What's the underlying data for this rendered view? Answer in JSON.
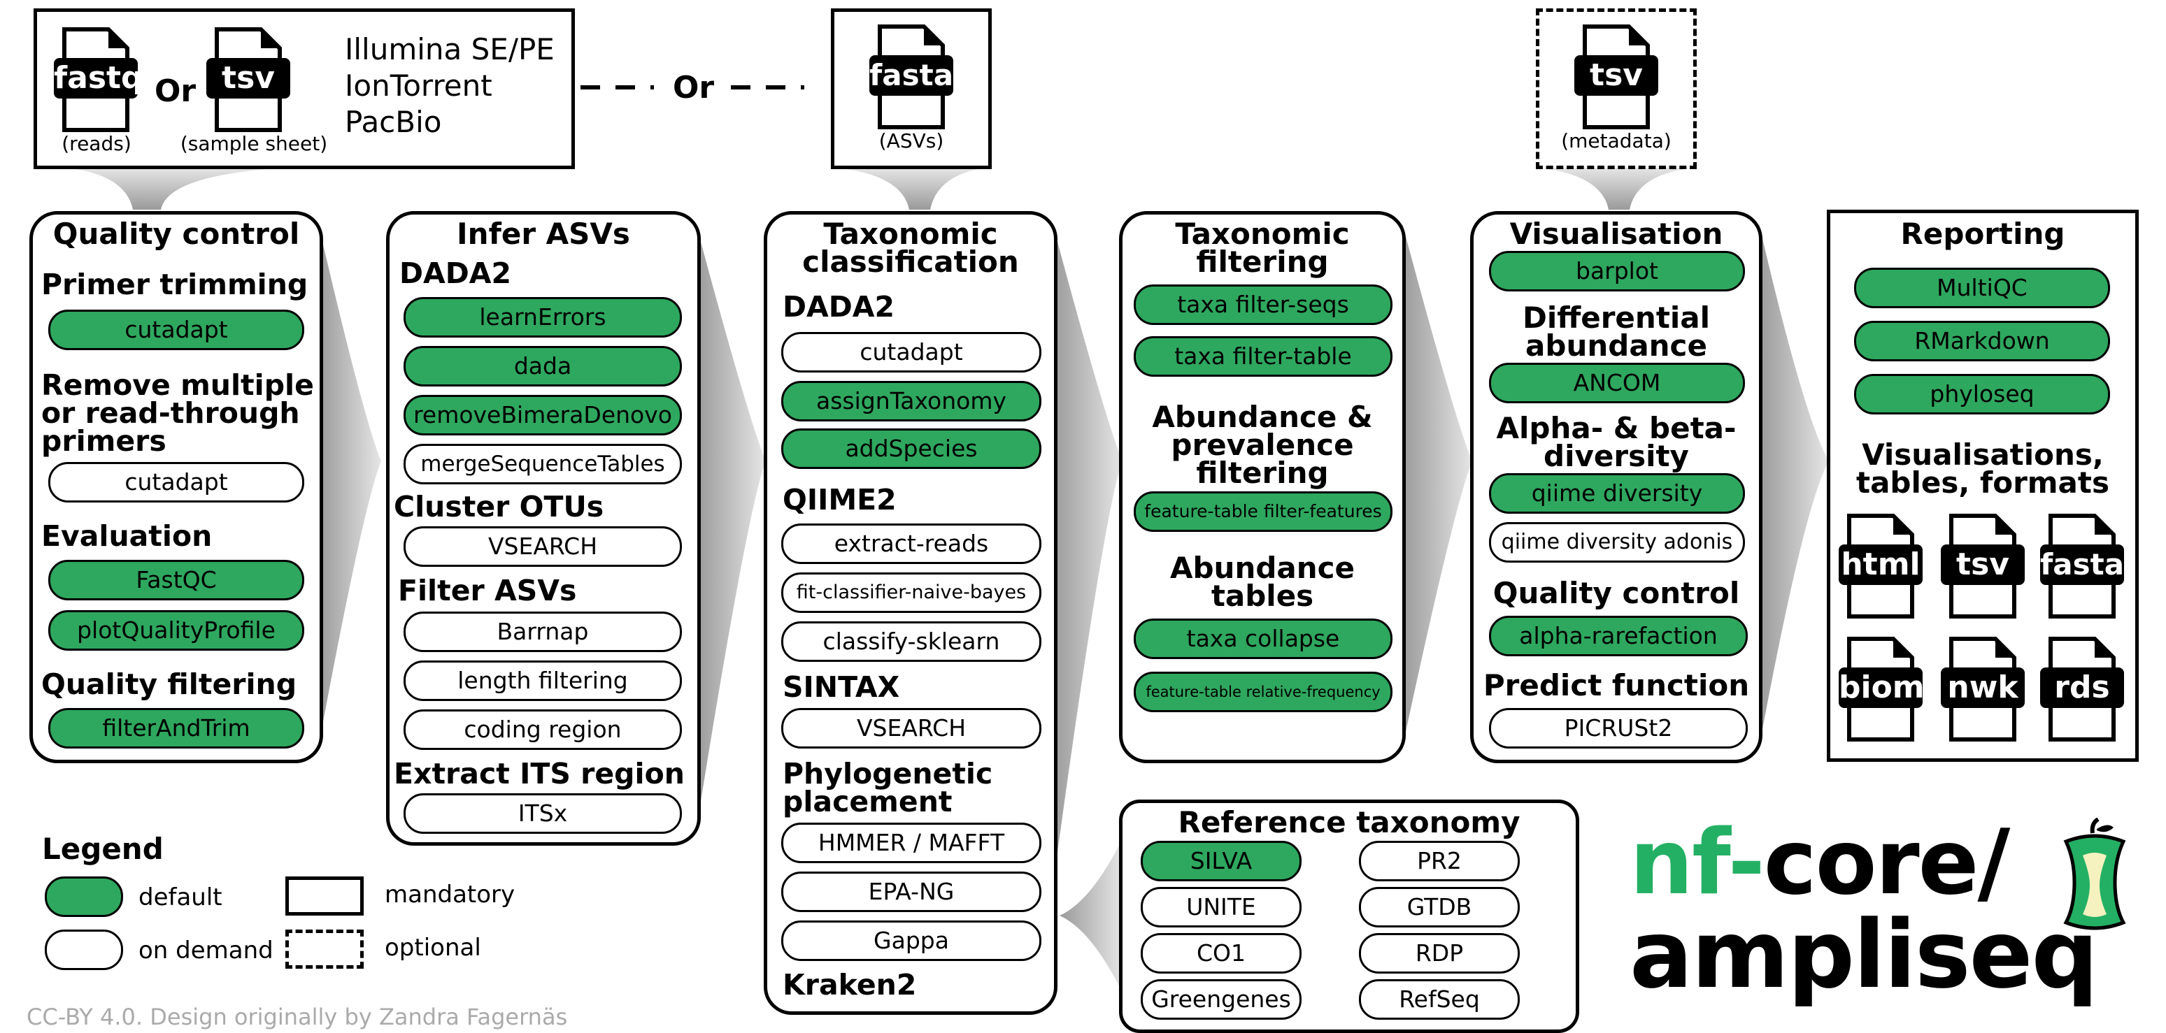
{
  "input": {
    "fastq": {
      "tag": "fastq",
      "caption": "(reads)"
    },
    "or1": "Or",
    "tsv": {
      "tag": "tsv",
      "caption": "(sample sheet)"
    },
    "platforms": [
      "Illumina SE/PE",
      "IonTorrent",
      "PacBio"
    ],
    "or2": "Or",
    "fasta": {
      "tag": "fasta",
      "caption": "(ASVs)"
    },
    "metadata": {
      "tag": "tsv",
      "caption": "(metadata)"
    }
  },
  "qc": {
    "title": "Quality control",
    "primer_trimming": {
      "label": "Primer trimming",
      "tools": [
        "cutadapt"
      ]
    },
    "remove_primers": {
      "label": "Remove multiple\nor read-through\nprimers",
      "tools": [
        "cutadapt"
      ]
    },
    "evaluation": {
      "label": "Evaluation",
      "tools": [
        "FastQC",
        "plotQualityProfile"
      ]
    },
    "quality_filtering": {
      "label": "Quality filtering",
      "tools": [
        "filterAndTrim"
      ]
    }
  },
  "asv": {
    "title": "Infer ASVs",
    "dada2": {
      "label": "DADA2",
      "tools": [
        "learnErrors",
        "dada",
        "removeBimeraDenovo",
        "mergeSequenceTables"
      ]
    },
    "cluster": {
      "label": "Cluster OTUs",
      "tools": [
        "VSEARCH"
      ]
    },
    "filter": {
      "label": "Filter ASVs",
      "tools": [
        "Barrnap",
        "length filtering",
        "coding region"
      ]
    },
    "its": {
      "label": "Extract ITS region",
      "tools": [
        "ITSx"
      ]
    }
  },
  "tax": {
    "title": "Taxonomic\nclassification",
    "dada2": {
      "label": "DADA2",
      "tools": [
        "cutadapt",
        "assignTaxonomy",
        "addSpecies"
      ]
    },
    "qiime2": {
      "label": "QIIME2",
      "tools": [
        "extract-reads",
        "fit-classifier-naive-bayes",
        "classify-sklearn"
      ]
    },
    "sintax": {
      "label": "SINTAX",
      "tools": [
        "VSEARCH"
      ]
    },
    "phylo": {
      "label": "Phylogenetic\nplacement",
      "tools": [
        "HMMER / MAFFT",
        "EPA-NG",
        "Gappa"
      ]
    },
    "kraken": {
      "label": "Kraken2"
    }
  },
  "taxfilter": {
    "title": "Taxonomic\nfiltering",
    "tools1": [
      "taxa filter-seqs",
      "taxa filter-table"
    ],
    "abund_prev": {
      "label": "Abundance &\nprevalence\nfiltering",
      "tools": [
        "feature-table filter-features"
      ]
    },
    "abund_tables": {
      "label": "Abundance\ntables",
      "tools": [
        "taxa collapse",
        "feature-table relative-frequency"
      ]
    }
  },
  "vis": {
    "title": "Visualisation",
    "tools0": [
      "barplot"
    ],
    "diff": {
      "label": "Differential\nabundance",
      "tools": [
        "ANCOM"
      ]
    },
    "alpha": {
      "label": "Alpha- & beta-\ndiversity",
      "tools": [
        "qiime diversity",
        "qiime diversity adonis"
      ]
    },
    "qc": {
      "label": "Quality control",
      "tools": [
        "alpha-rarefaction"
      ]
    },
    "predict": {
      "label": "Predict function",
      "tools": [
        "PICRUSt2"
      ]
    }
  },
  "report": {
    "title": "Reporting",
    "tools": [
      "MultiQC",
      "RMarkdown",
      "phyloseq"
    ],
    "vis_label": "Visualisations,\ntables, formats",
    "formats": [
      "html",
      "tsv",
      "fasta",
      "biom",
      "nwk",
      "rds"
    ]
  },
  "reftax": {
    "title": "Reference taxonomy",
    "left": [
      "SILVA",
      "UNITE",
      "CO1",
      "Greengenes"
    ],
    "right": [
      "PR2",
      "GTDB",
      "RDP",
      "RefSeq"
    ]
  },
  "legend": {
    "title": "Legend",
    "default": "default",
    "on_demand": "on demand",
    "mandatory": "mandatory",
    "optional": "optional"
  },
  "logo": {
    "nf": "nf",
    "dash": "-",
    "core": "core/",
    "name": "ampliseq"
  },
  "credit": "CC-BY 4.0. Design originally by Zandra Fagernäs",
  "colors": {
    "default_fill": "#2ea85e",
    "logo_green": "#24b064",
    "funnel_grey": "#bdbdbd",
    "credit_grey": "#aaaaaa"
  }
}
